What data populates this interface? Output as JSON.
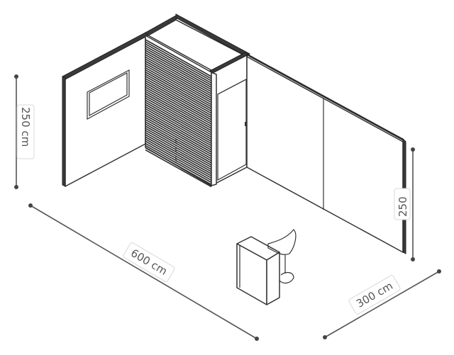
{
  "dimensions": {
    "height_left": "250 cm",
    "length_front": "600 cm",
    "depth_right": "300 cm",
    "height_right": "250"
  }
}
